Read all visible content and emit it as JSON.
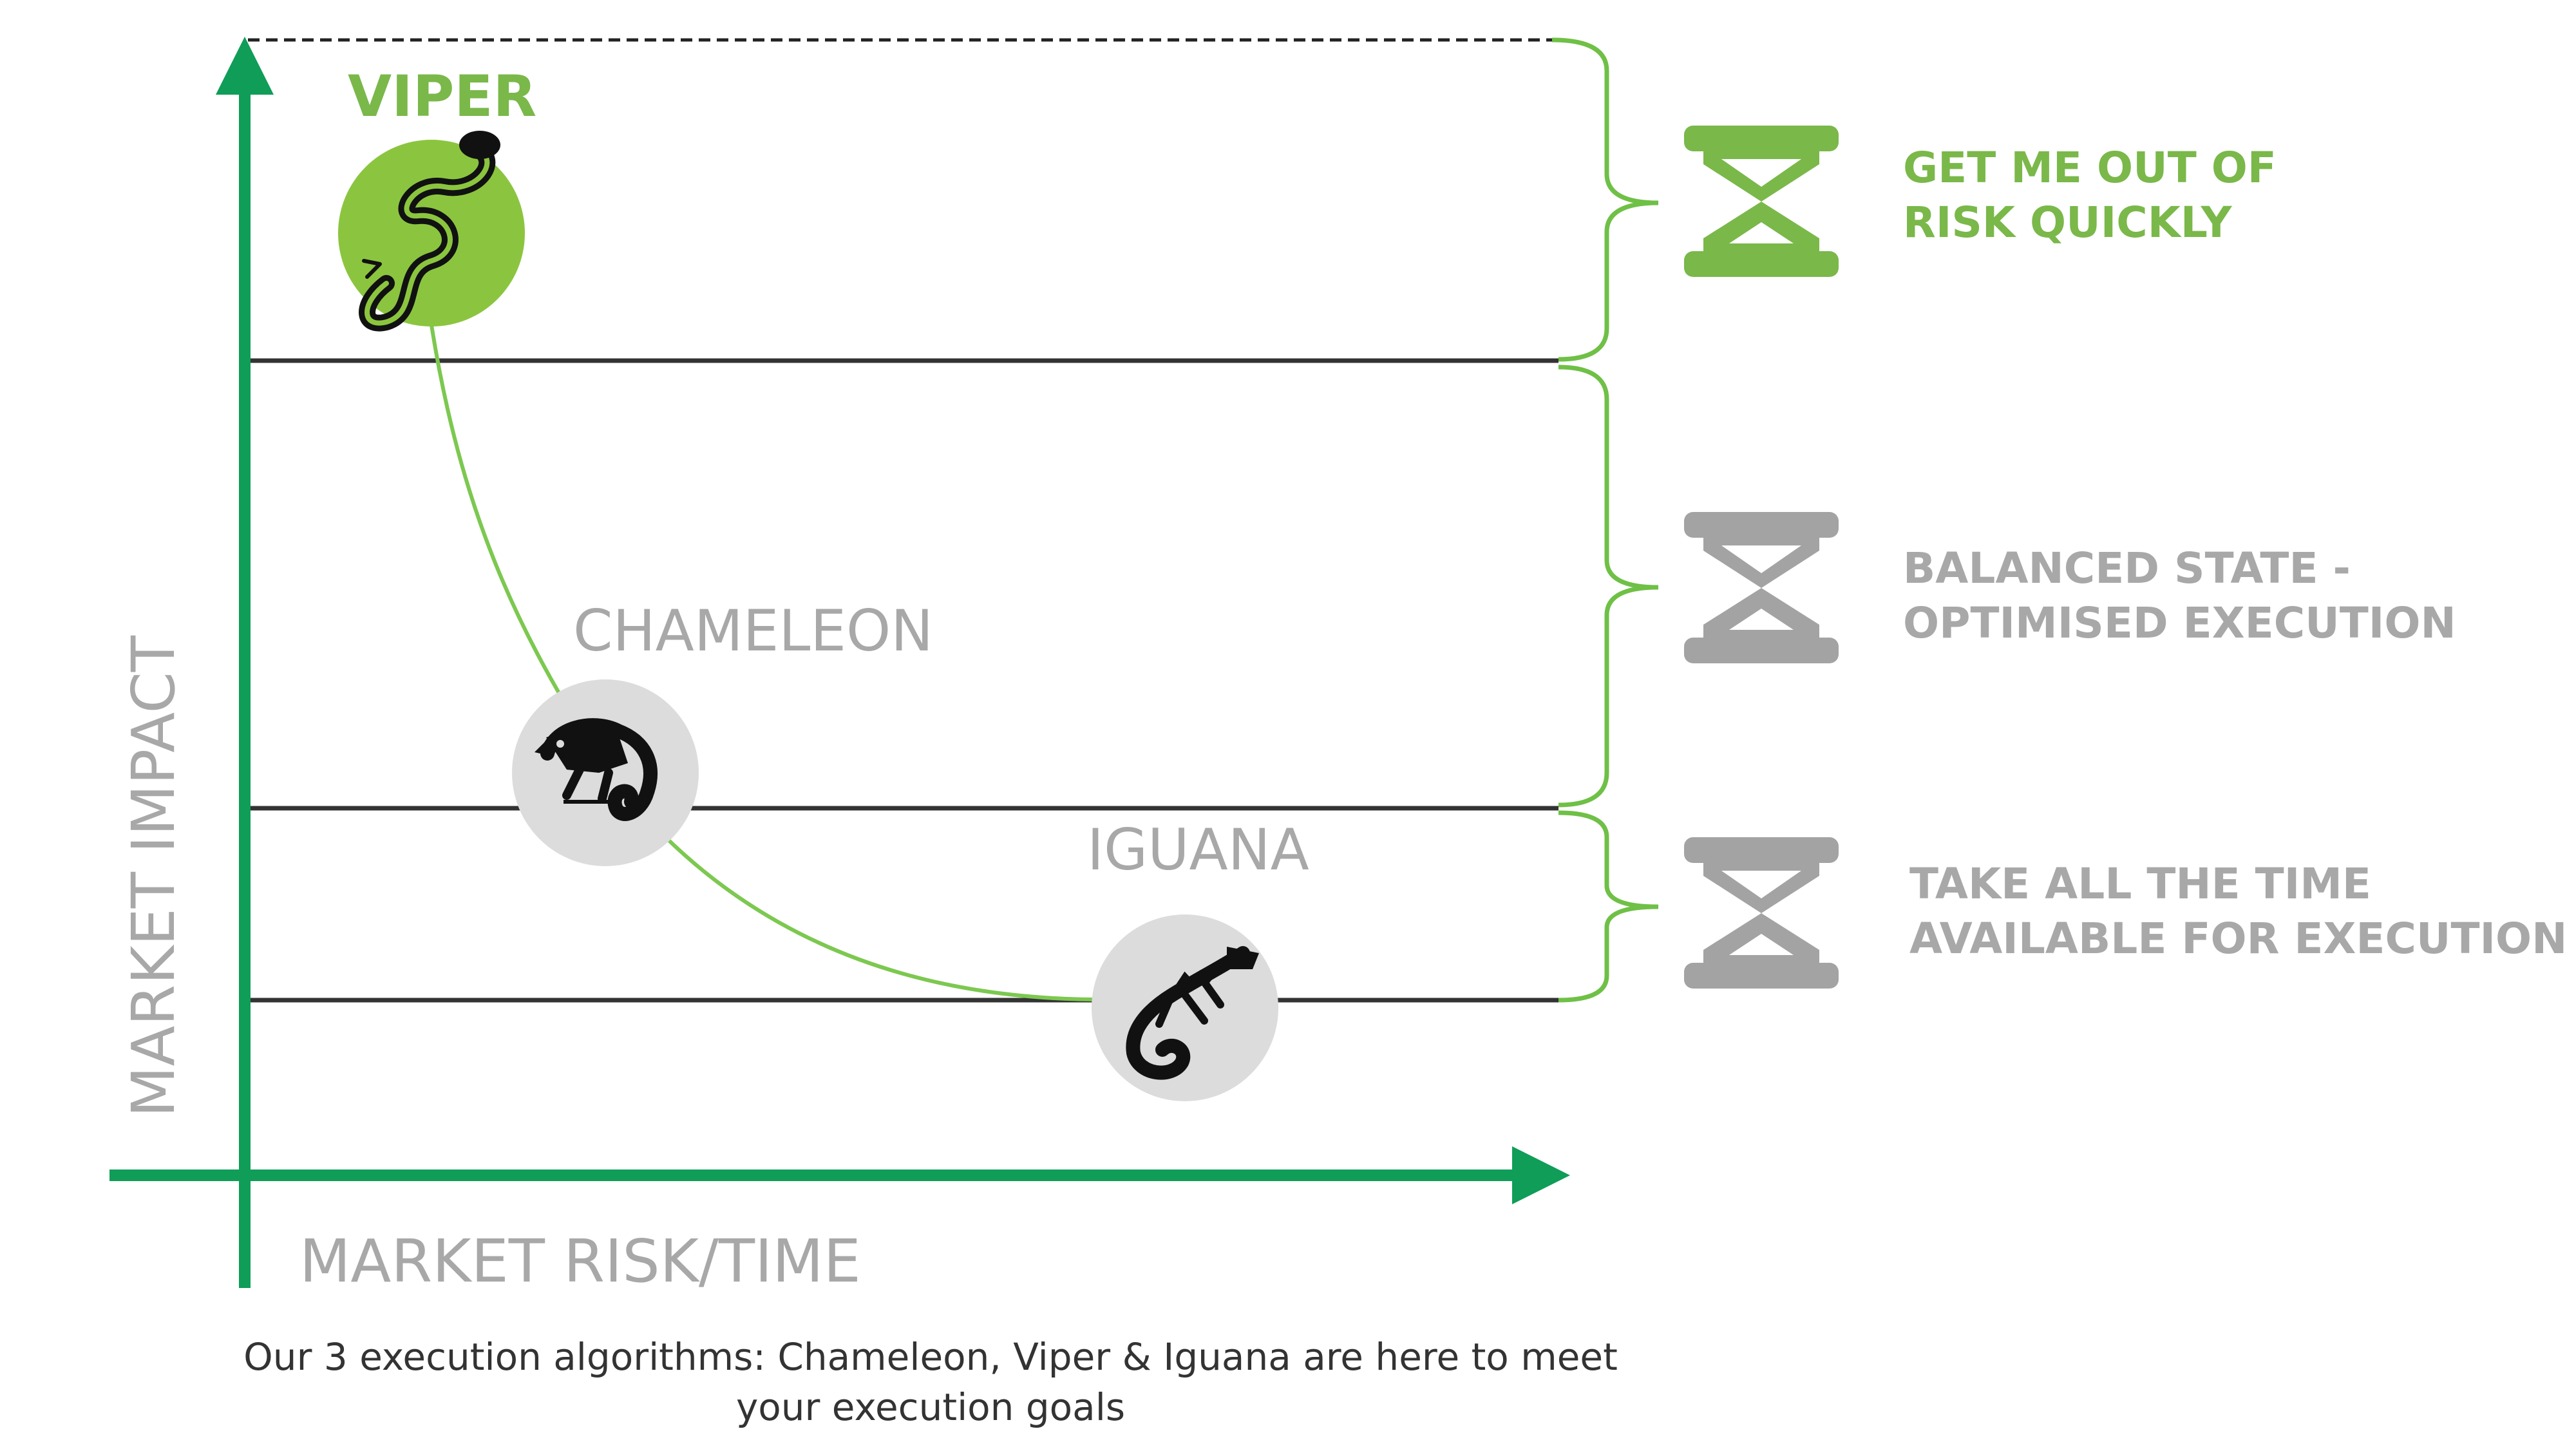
{
  "colors": {
    "axis": "#0f9d58",
    "viper_green": "#7ab84a",
    "viper_circle": "#8bc53f",
    "gray_text": "#a8a8a8",
    "gray_icon": "#a3a3a3",
    "circle_gray": "#dcdcdc",
    "grid_line": "#333333",
    "curve": "#7cc850",
    "brace": "#6fc046"
  },
  "axes": {
    "y_label": "MARKET IMPACT",
    "x_label": "MARKET RISK/TIME"
  },
  "algorithms": [
    {
      "name": "VIPER",
      "icon": "snake-icon"
    },
    {
      "name": "CHAMELEON",
      "icon": "chameleon-icon"
    },
    {
      "name": "IGUANA",
      "icon": "iguana-icon"
    }
  ],
  "tiers": [
    {
      "line1": "GET ME OUT OF",
      "line2": "RISK QUICKLY",
      "icon": "hourglass-icon"
    },
    {
      "line1": "BALANCED STATE -",
      "line2": "OPTIMISED EXECUTION",
      "icon": "hourglass-icon"
    },
    {
      "line1": "TAKE ALL THE TIME",
      "line2": "AVAILABLE FOR EXECUTION",
      "icon": "hourglass-icon"
    }
  ],
  "caption": {
    "line1": "Our 3 execution algorithms: Chameleon, Viper & Iguana are here to meet",
    "line2": "your execution goals"
  }
}
